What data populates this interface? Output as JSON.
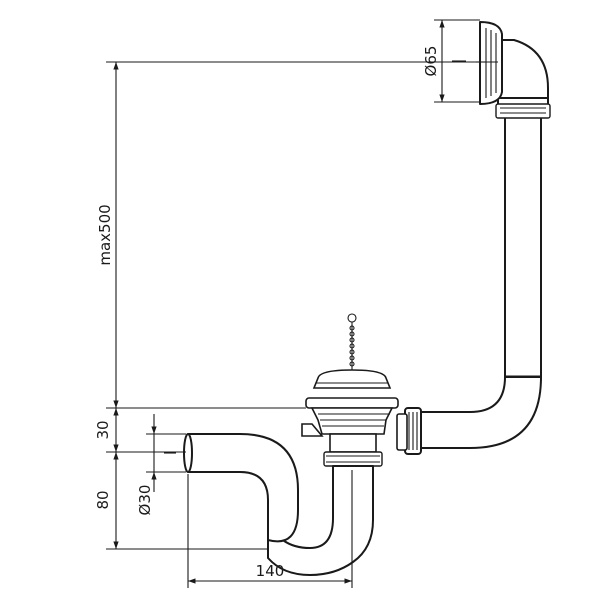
{
  "dimensions": {
    "max_height": "max500",
    "overflow_diameter": "Ø65",
    "top_offset": "30",
    "trap_height": "80",
    "pipe_diameter": "Ø30",
    "horizontal_offset": "140"
  }
}
